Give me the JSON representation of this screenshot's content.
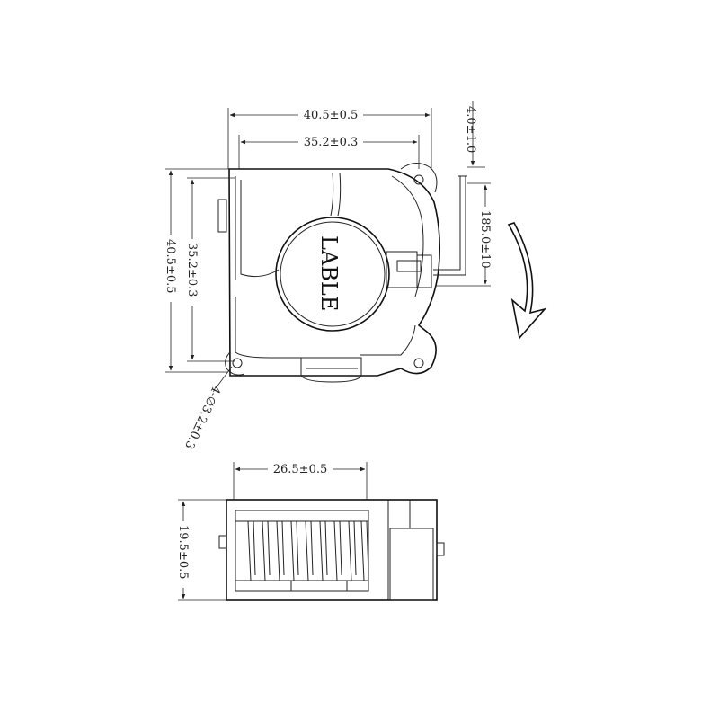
{
  "label_text": "LABLE",
  "dimensions": {
    "top_outer_width": "40.5±0.5",
    "top_inner_width": "35.2±0.3",
    "outer_height": "40.5±0.5",
    "inner_height": "35.2±0.3",
    "lead_spacing": "4.0±1.0",
    "lead_length": "185.0±10",
    "mount_holes": "4-∅3.2±0.3",
    "side_width": "26.5±0.5",
    "side_thickness": "19.5±0.5"
  },
  "colors": {
    "line": "#222222",
    "background": "#ffffff"
  },
  "icons": {
    "rotation": "rotation-arrow-icon"
  }
}
